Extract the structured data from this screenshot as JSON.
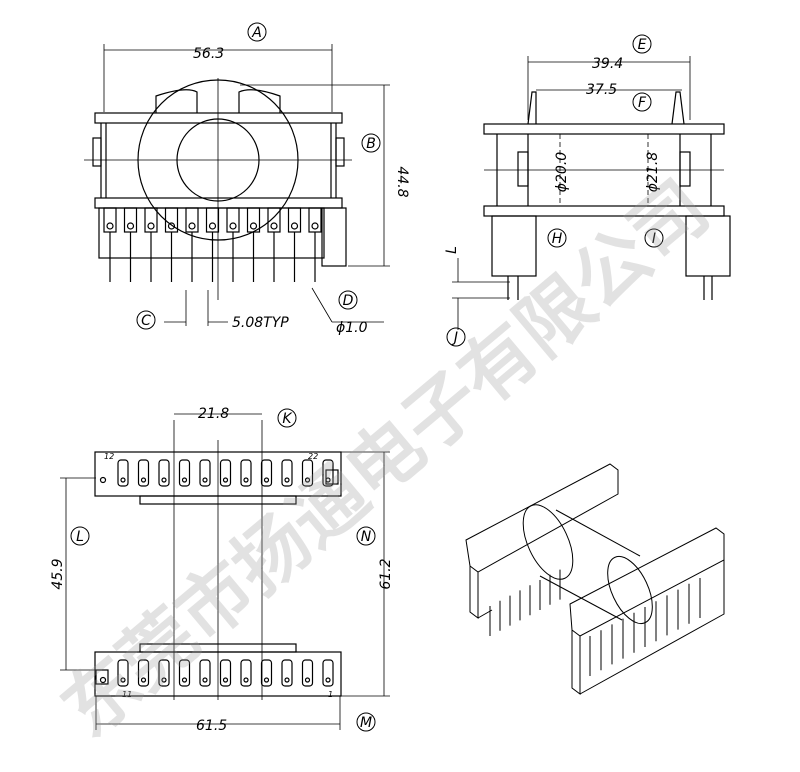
{
  "dimensions": {
    "front_width": "56.3",
    "front_height": "44.8",
    "pin_pitch": "5.08TYP",
    "pin_diameter": "ϕ1.0",
    "side_width_outer": "39.4",
    "side_width_inner": "37.5",
    "bore_inner": "ϕ20.0",
    "bore_outer": "ϕ21.8",
    "lead_letter": "L",
    "bottom_pin_span": "21.8",
    "bottom_row_spacing": "45.9",
    "bottom_overall_height": "61.2",
    "bottom_overall_width": "61.5"
  },
  "markers": [
    "A",
    "B",
    "C",
    "D",
    "E",
    "F",
    "H",
    "I",
    "J",
    "K",
    "L",
    "N",
    "M"
  ],
  "pin_numbers": {
    "top_left": "12",
    "top_right": "22",
    "bottom_left": "11",
    "bottom_right": "1"
  },
  "watermark": "东莞市扬通电子有限公司"
}
